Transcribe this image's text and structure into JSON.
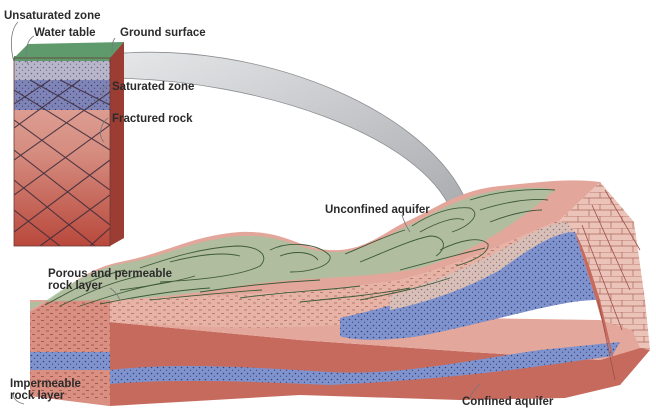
{
  "labels": {
    "unsaturated_zone": "Unsaturated zone",
    "water_table": "Water table",
    "ground_surface": "Ground surface",
    "saturated_zone": "Saturated zone",
    "fractured_rock": "Fractured rock",
    "unconfined_aquifer": "Unconfined aquifer",
    "porous_permeable_line1": "Porous and permeable",
    "porous_permeable_line2": "rock layer",
    "impermeable_line1": "Impermeable",
    "impermeable_line2": "rock layer",
    "confined_aquifer": "Confined aquifer"
  },
  "colors": {
    "grass": "#6fa77f",
    "sand_layer": "#d9bfb6",
    "blue_aquifer": "#7f93cf",
    "red_rock": "#c76a5e",
    "pink_rock": "#e6b3a6",
    "contour": "#3d5a3a",
    "callout_gray": "#c7c9cc"
  }
}
